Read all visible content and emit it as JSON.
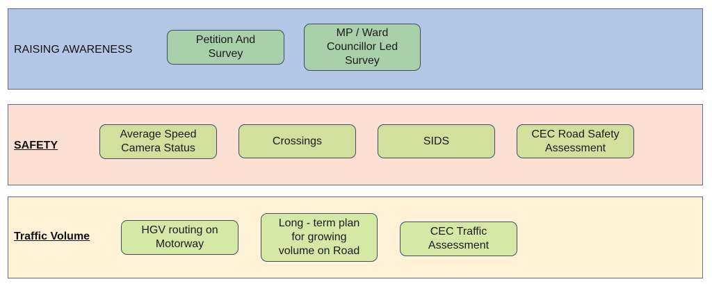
{
  "colors": {
    "awareness_panel": "#b4c7e7",
    "safety_panel": "#fbe0d3",
    "traffic_panel": "#fff2d6",
    "awareness_node": "#a9d0aa",
    "safety_node": "#d3df9c",
    "traffic_node": "#d5e9a6",
    "border": "#4a566a"
  },
  "panels": [
    {
      "label": "RAISING AWARENESS",
      "nodes": [
        {
          "text": "Petition And\nSurvey"
        },
        {
          "text": "MP / Ward\nCouncillor Led\nSurvey"
        }
      ]
    },
    {
      "label": "SAFETY",
      "nodes": [
        {
          "text": "Average Speed\nCamera Status"
        },
        {
          "text": "Crossings"
        },
        {
          "text": "SIDS"
        },
        {
          "text": "CEC Road Safety\nAssessment"
        }
      ]
    },
    {
      "label": "Traffic Volume",
      "nodes": [
        {
          "text": "HGV routing on\nMotorway"
        },
        {
          "text": "Long - term plan\nfor growing\nvolume on Road"
        },
        {
          "text": "CEC Traffic\nAssessment"
        }
      ]
    }
  ]
}
